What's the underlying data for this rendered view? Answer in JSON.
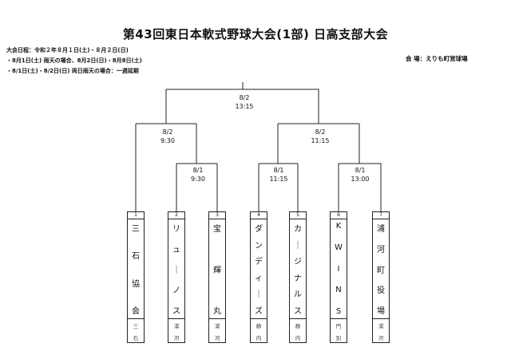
{
  "title": "第43回東日本軟式野球大会(1部) 日高支部大会",
  "schedule": [
    "大会日程：令和２年８月１日(土)・８月２日(日)",
    "・8月1日(土) 雨天の場合、8月2日(日)・8月8日(土)",
    "・8/1日(土)・8/2日(日) 両日雨天の場合：一週延期"
  ],
  "venue": "会 場：えりも町営球場",
  "matches": {
    "final": {
      "date": "8/2",
      "time": "13:15"
    },
    "semi1": {
      "date": "8/2",
      "time": "9:30"
    },
    "semi2": {
      "date": "8/2",
      "time": "11:15"
    },
    "r1a": {
      "date": "8/1",
      "time": "9:30"
    },
    "r1b": {
      "date": "8/1",
      "time": "11:15"
    },
    "r1c": {
      "date": "8/1",
      "time": "13:00"
    }
  },
  "teams": [
    {
      "num": "1",
      "name": [
        "三",
        "石",
        "協",
        "会"
      ],
      "region": [
        "三",
        "石"
      ]
    },
    {
      "num": "2",
      "name": [
        "リ",
        "ュ",
        "｜",
        "ノ",
        "ス"
      ],
      "region": [
        "浦",
        "河"
      ]
    },
    {
      "num": "3",
      "name": [
        "宝",
        "輝",
        "丸"
      ],
      "region": [
        "浦",
        "河"
      ]
    },
    {
      "num": "4",
      "name": [
        "ダ",
        "ン",
        "デ",
        "ィ",
        "｜",
        "ズ"
      ],
      "region": [
        "静",
        "内"
      ]
    },
    {
      "num": "5",
      "name": [
        "カ",
        "｜",
        "ジ",
        "ナ",
        "ル",
        "ス"
      ],
      "region": [
        "静",
        "内"
      ]
    },
    {
      "num": "6",
      "name": [
        "K",
        "W",
        "I",
        "N",
        "S"
      ],
      "region": [
        "門",
        "別"
      ]
    },
    {
      "num": "7",
      "name": [
        "浦",
        "河",
        "町",
        "役",
        "場"
      ],
      "region": [
        "浦",
        "河"
      ]
    }
  ]
}
